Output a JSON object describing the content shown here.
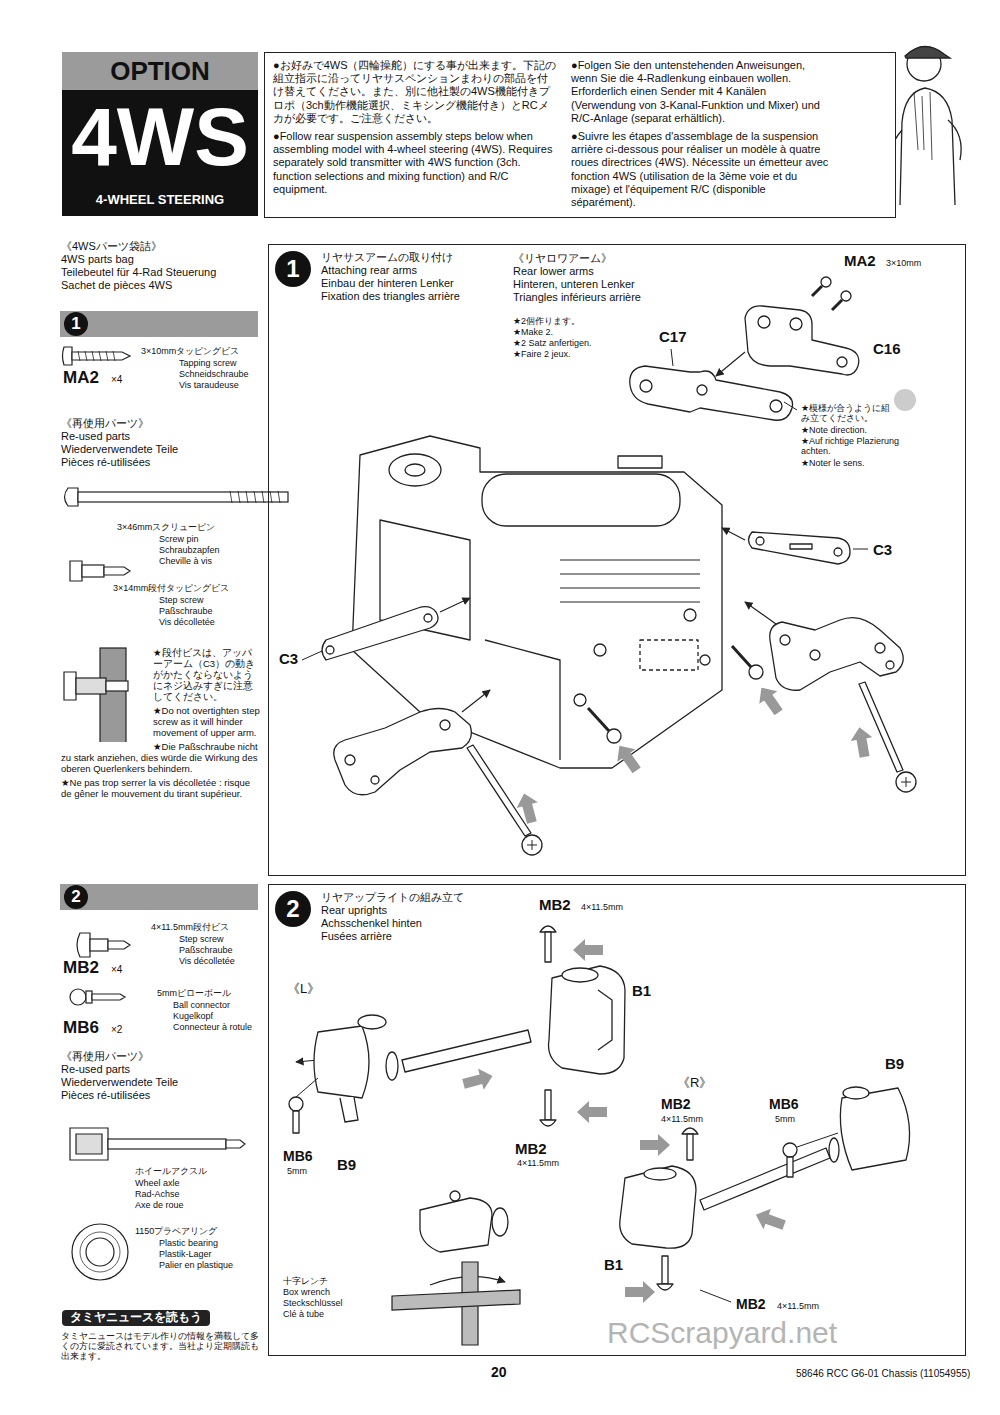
{
  "diagram": {
    "nodes": [
      {
        "text": [
          "OPTION",
          "4WS",
          "4-WHEEL STEERING"
        ]
      },
      {
        "text": [
          "●お好みで4WS（四輪操舵）にする事が出来ます。下記の組立指示に沿ってリヤサスペンションまわりの部品を付け替えてください。また、別に他社製の4WS機能付きプロポ（3ch動作機能選択、ミキシング機能付き）とRCメカが必要です。ご注意ください。",
          "●Follow rear suspension assembly steps below when assembling model with 4-wheel steering (4WS). Requires separately sold transmitter with 4WS function (3ch. function selections and mixing function) and R/C equipment.",
          "●Folgen Sie den untenstehenden Anweisungen, wenn Sie die 4-Radlenkung einbauen wollen. Erforderlich einen Sender mit 4 Kanälen (Verwendung von 3-Kanal-Funktion und Mixer) und R/C-Anlage (separat erhältlich).",
          "●Suivre les étapes d'assemblage de la suspension arrière ci-dessous pour réaliser un modèle à quatre roues directrices (4WS). Nécessite un émetteur avec fonction 4WS (utilisation de la 3ème voie et du mixage) et l'équipement R/C (disponible séparément)."
        ]
      },
      {
        "text": [
          "1"
        ]
      },
      {
        "text": [
          "1",
          "リヤサスアームの取り付け",
          "Attaching rear arms",
          "Einbau der hinteren Lenker",
          "Fixation des triangles arrière"
        ]
      },
      {
        "text": [
          "2"
        ]
      },
      {
        "text": [
          "2",
          "リヤアップライトの組み立て",
          "Rear uprights",
          "Achsschenkel hinten",
          "Fusées arrière"
        ]
      }
    ],
    "labels": [
      "《4WSパーツ袋詰》",
      "4WS parts bag",
      "Teilebeutel für 4-Rad Steuerung",
      "Sachet de pièces 4WS",
      "3×10mmタッピングビス",
      "Tapping screw",
      "Schneidschraube",
      "Vis taraudeuse",
      "MA2",
      "×4",
      "《再使用パーツ》",
      "Re-used parts",
      "Wiederverwendete Teile",
      "Pièces ré-utilisées",
      "3×46mmスクリューピン",
      "Screw pin",
      "Schraubzapfen",
      "Cheville à vis",
      "3×14mm段付タッピングビス",
      "Step screw",
      "Paßschraube",
      "Vis décolletée",
      "★段付ビスは、アッパーアーム（C3）の動きがかたくならないようにネジ込みすぎに注意してください。",
      "★Do not overtighten step screw as it will hinder movement of upper arm.",
      "★Die Paßschraube nicht zu stark anziehen, dies würde die Wirkung des oberen Querlenkers behindern.",
      "★Ne pas trop serrer la vis décolletée : risque de gêner le mouvement du tirant supérieur.",
      "4×11.5mm段付ビス",
      "Step screw",
      "Paßschraube",
      "Vis décolletée",
      "MB2",
      "×4",
      "5mmピローボール",
      "Ball connector",
      "Kugelkopf",
      "Connecteur à rotule",
      "MB6",
      "×2",
      "《再使用パーツ》",
      "Re-used parts",
      "Wiederverwendete Teile",
      "Pièces ré-utilisées",
      "ホイールアクスル",
      "Wheel axle",
      "Rad-Achse",
      "Axe de roue",
      "1150プラベアリング",
      "Plastic bearing",
      "Plastik-Lager",
      "Palier en plastique",
      "タミヤニュースを読もう",
      "タミヤニュースはモデル作りの情報を満載して多くの方に愛読されています。当社より定期購読も出来ます。",
      "《リヤロワアーム》",
      "Rear lower arms",
      "Hinteren, unteren Lenker",
      "Triangles inférieurs arrière",
      "★2個作ります。",
      "★Make 2.",
      "★2 Satz anfertigen.",
      "★Faire 2 jeux.",
      "MA2",
      "3×10mm",
      "C17",
      "C16",
      "★模様が合うように組み立てください。",
      "★Note direction.",
      "★Auf richtige Plazierung achten.",
      "★Noter le sens.",
      "C3",
      "C3",
      "MB2",
      "4×11.5mm",
      "B1",
      "《L》",
      "MB6",
      "5mm",
      "B9",
      "MB2",
      "4×11.5mm",
      "《R》",
      "MB2",
      "4×11.5mm",
      "MB6",
      "5mm",
      "B9",
      "B1",
      "MB2",
      "4×11.5mm",
      "十字レンチ",
      "Box wrench",
      "Steckschlüssel",
      "Clé à tube",
      "20",
      "58646 RCC G6-01 Chassis (11054955)",
      "RCScrapyard.net"
    ]
  }
}
